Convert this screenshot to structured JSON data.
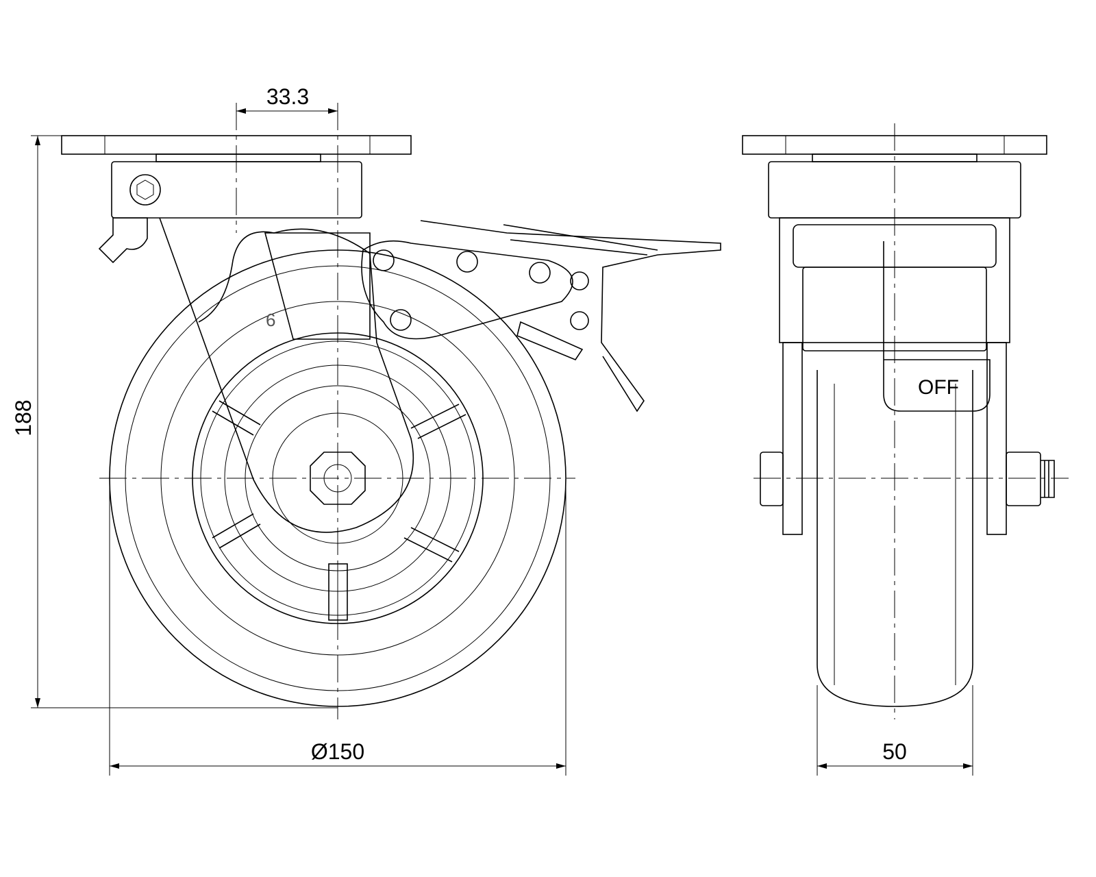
{
  "title": "Swivel caster with total brake - technical drawing",
  "dimensions": {
    "offset": "33.3",
    "height": "188",
    "wheel_diameter": "Ø150",
    "wheel_width": "50"
  },
  "labels": {
    "fork_mark": "6",
    "brake_state": "OFF"
  },
  "colors": {
    "line": "#000000",
    "background": "#ffffff"
  }
}
